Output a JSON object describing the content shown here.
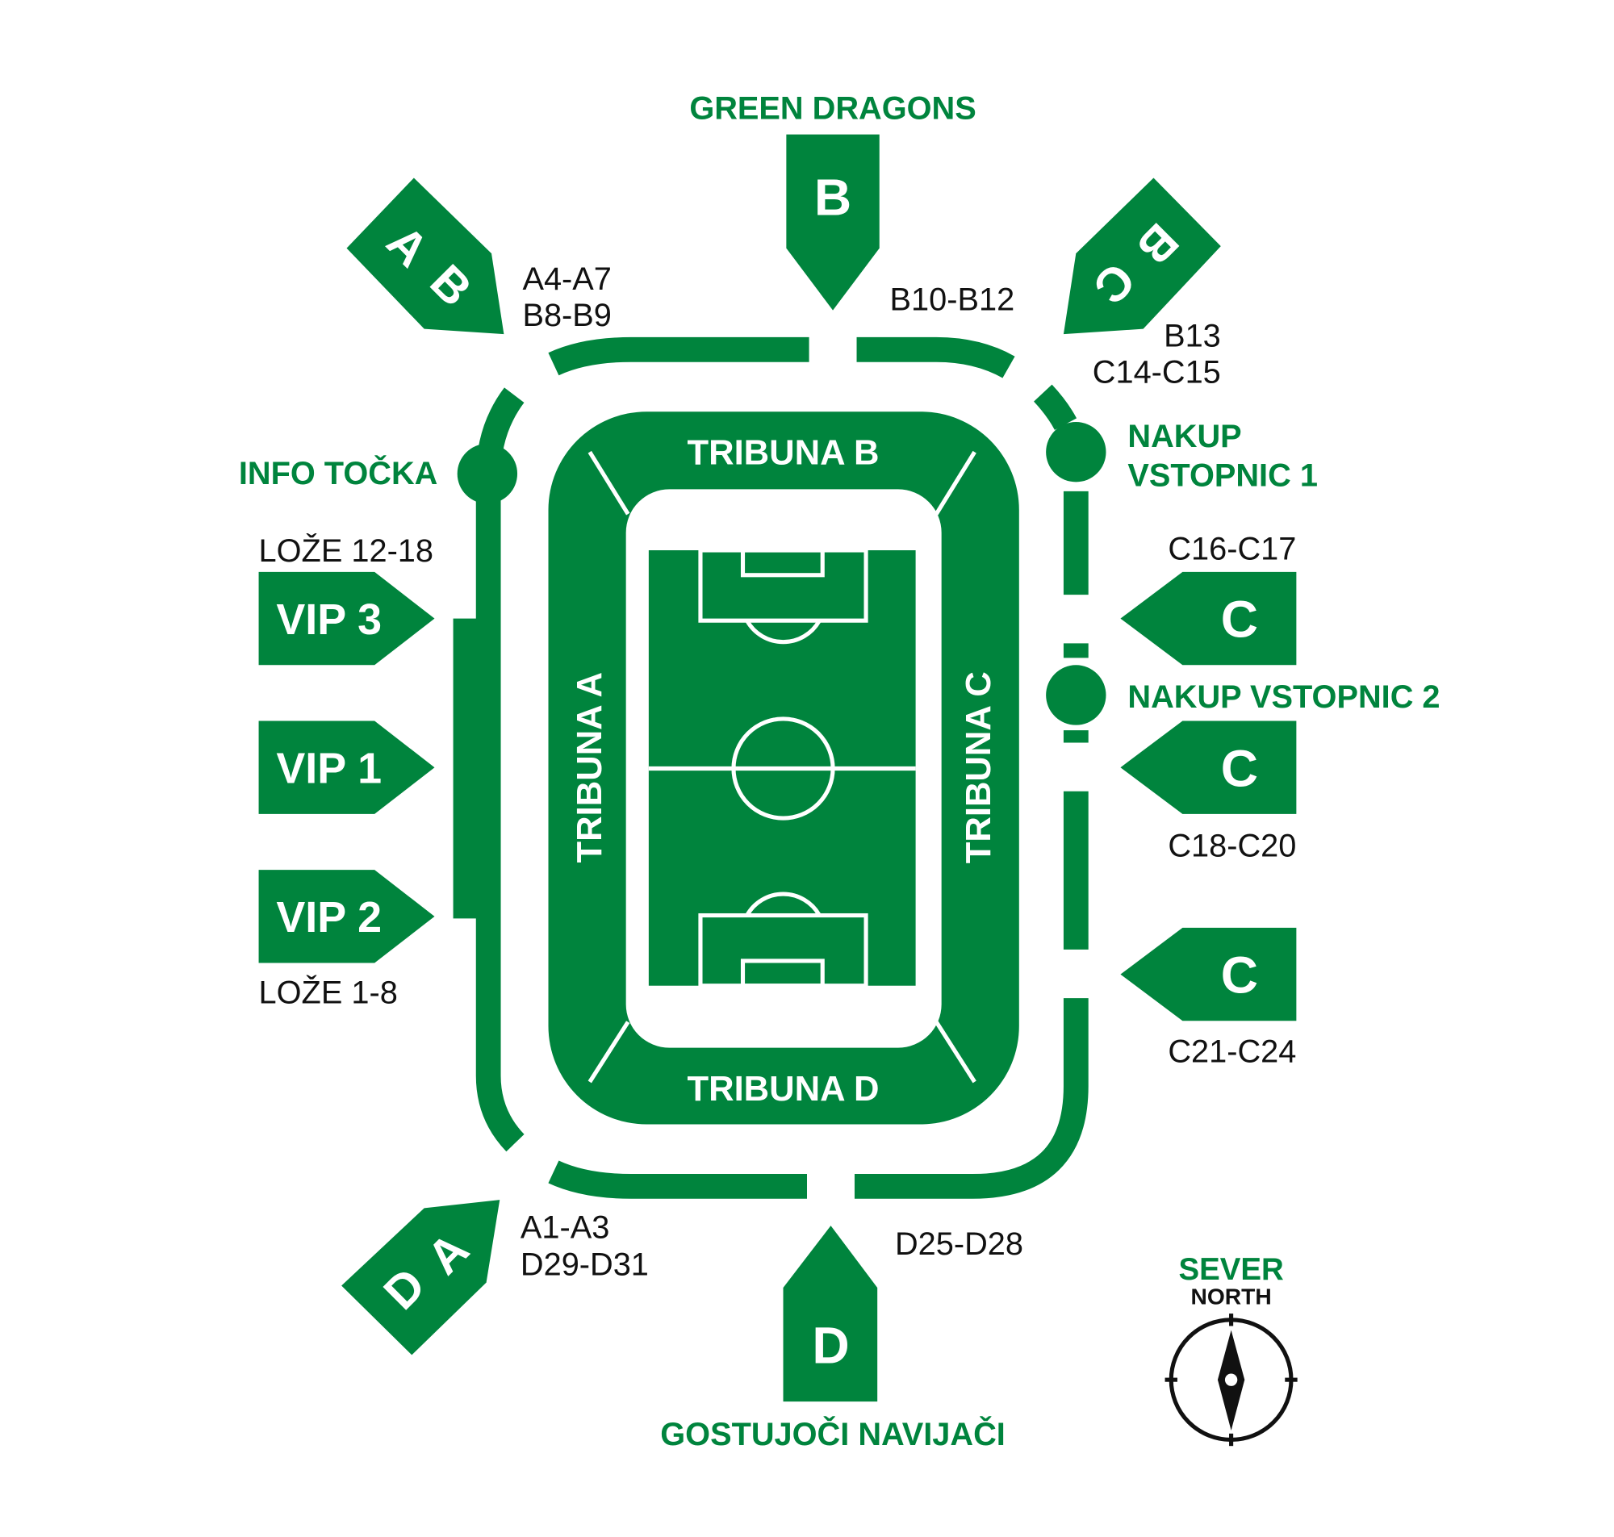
{
  "colors": {
    "brand_green": "#00843d",
    "text": "#111111",
    "background": "#ffffff"
  },
  "labels": {
    "green_dragons": "GREEN DRAGONS",
    "away_fans": "GOSTUJOČI NAVIJAČI",
    "info_point": "INFO TOČKA",
    "ticket_sales_1_line1": "NAKUP",
    "ticket_sales_1_line2": "VSTOPNIC 1",
    "ticket_sales_2": "NAKUP VSTOPNIC 2",
    "north_sl": "SEVER",
    "north_en": "NORTH"
  },
  "stands": {
    "a": "TRIBUNA A",
    "b": "TRIBUNA B",
    "c": "TRIBUNA C",
    "d": "TRIBUNA D"
  },
  "entrances": {
    "b": {
      "letter": "B",
      "sectors": "B10-B12"
    },
    "ab": {
      "letter1": "A",
      "letter2": "B",
      "sectors1": "A4-A7",
      "sectors2": "B8-B9"
    },
    "bc": {
      "letter1": "B",
      "letter2": "C",
      "sectors1": "B13",
      "sectors2": "C14-C15"
    },
    "c1": {
      "letter": "C",
      "sectors": "C16-C17"
    },
    "c2": {
      "letter": "C",
      "sectors": "C18-C20"
    },
    "c3": {
      "letter": "C",
      "sectors": "C21-C24"
    },
    "d": {
      "letter": "D",
      "sectors": "D25-D28"
    },
    "da": {
      "letter1": "D",
      "letter2": "A",
      "sectors1": "A1-A3",
      "sectors2": "D29-D31"
    },
    "vip3": {
      "label": "VIP 3",
      "boxes": "LOŽE 12-18"
    },
    "vip1": {
      "label": "VIP 1"
    },
    "vip2": {
      "label": "VIP 2",
      "boxes": "LOŽE 1-8"
    }
  },
  "icons": {
    "compass": "compass-icon",
    "info_point": "info-point-marker",
    "ticket": "ticket-point-marker"
  }
}
